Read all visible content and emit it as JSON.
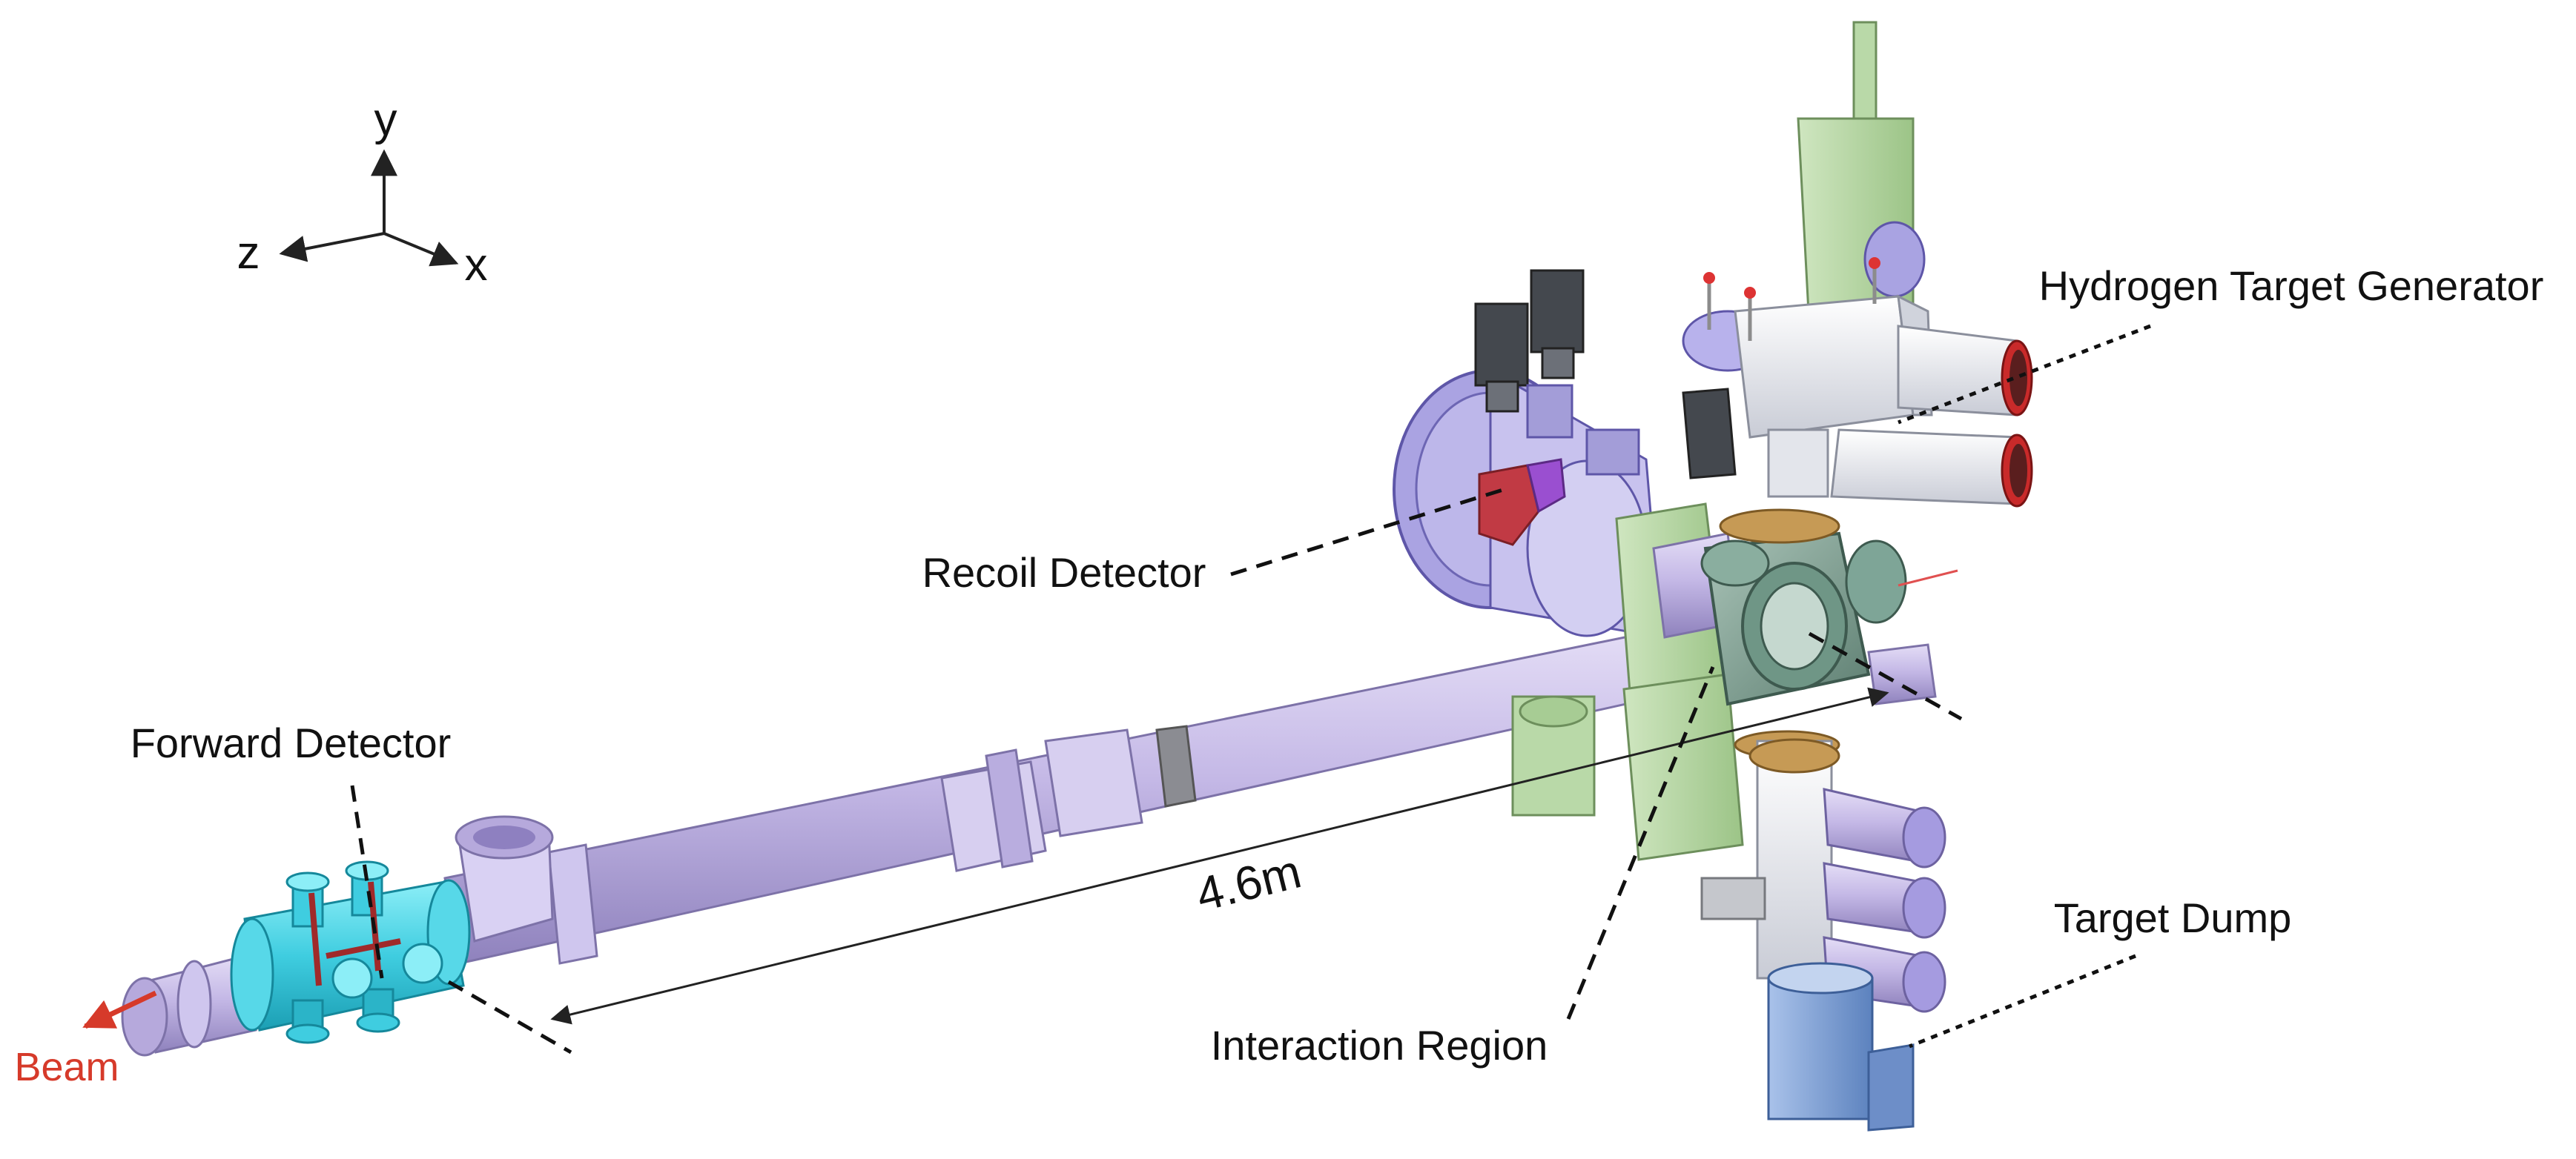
{
  "axes": {
    "y": "y",
    "z": "z",
    "x": "x"
  },
  "labels": {
    "hydrogen_target_generator": "Hydrogen Target Generator",
    "recoil_detector": "Recoil Detector",
    "forward_detector": "Forward Detector",
    "target_dump": "Target Dump",
    "interaction_region": "Interaction Region",
    "distance": "4.6m",
    "beam": "Beam"
  },
  "colors": {
    "beam_pipe": "#c8bde6",
    "forward_detector": "#4fd6e3",
    "gate_valve": "#b9d9a8",
    "target_chamber": "#8aa89c",
    "target_body": "#eef0f4",
    "dump_blue": "#7fa4d8",
    "pump_dark": "#3f4348",
    "beam_arrow": "#d63a2a",
    "recoil_red": "#c13a44",
    "recoil_purple": "#9a4fd0"
  }
}
